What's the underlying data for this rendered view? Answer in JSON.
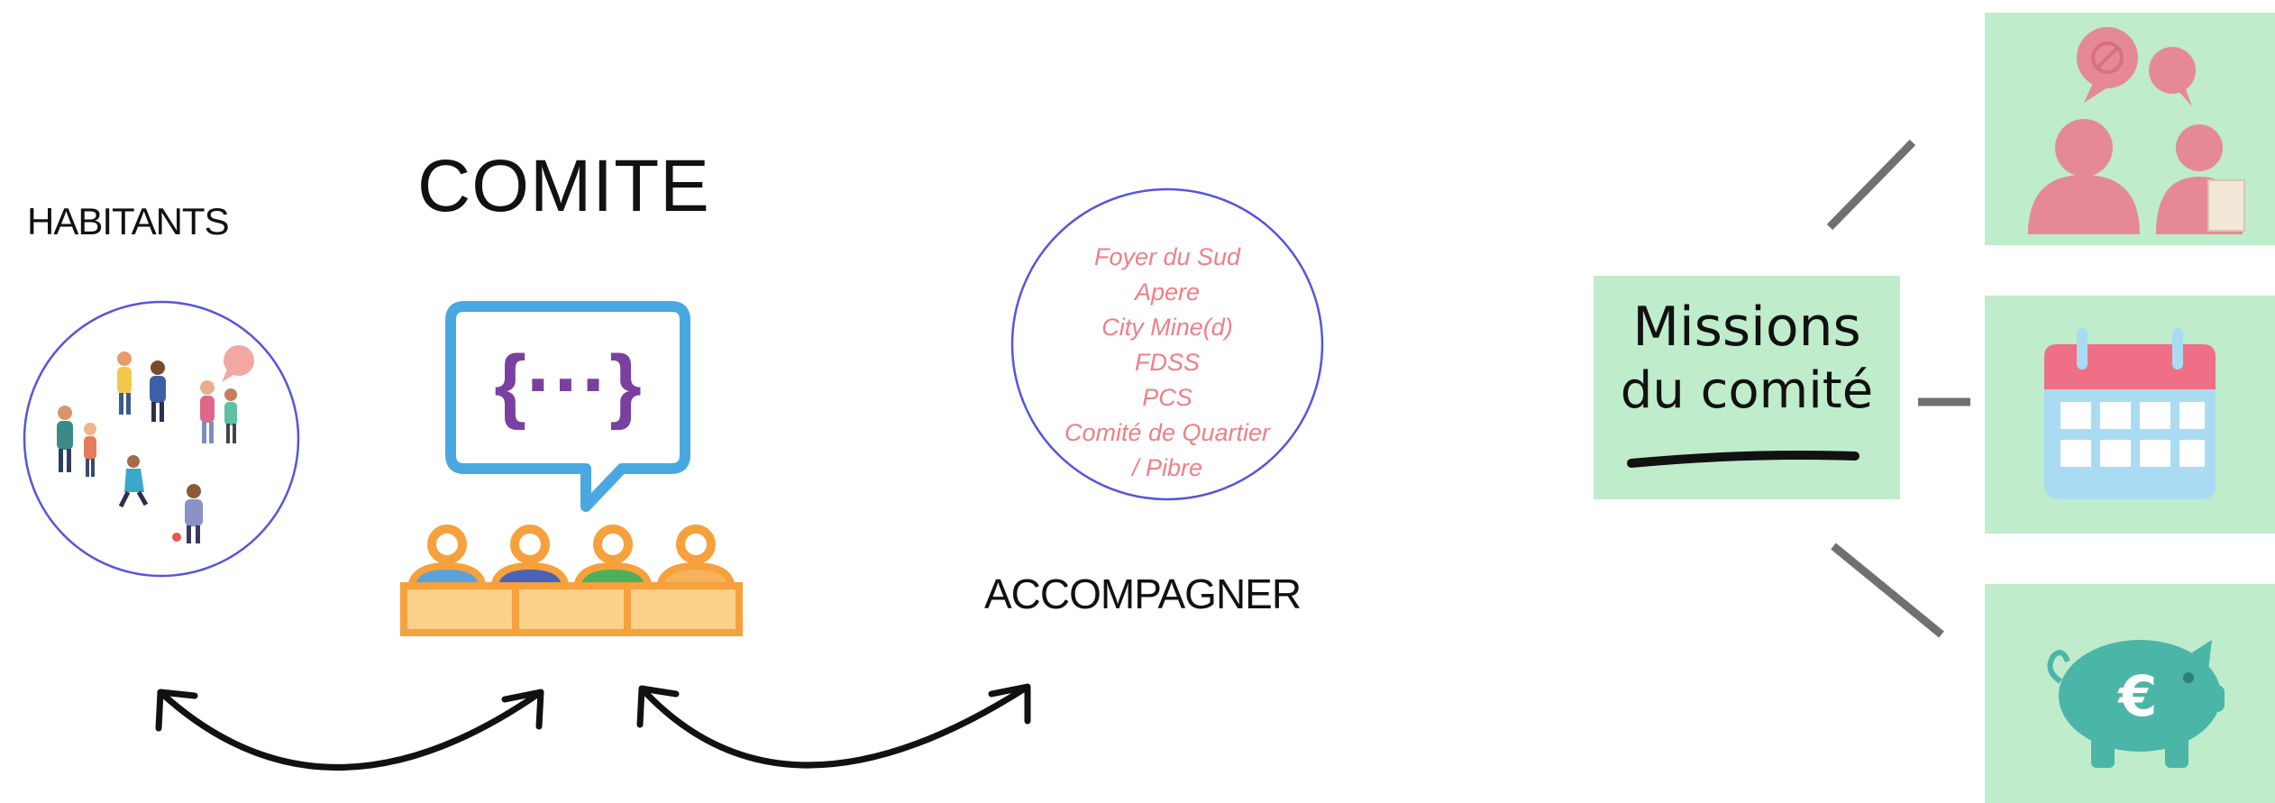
{
  "labels": {
    "habitants": "HABITANTS",
    "comite": "COMITE",
    "accompagner": "ACCOMPAGNER"
  },
  "bubble": {
    "glyph": "{···}"
  },
  "organisations": [
    "Foyer du Sud",
    "Apere",
    "City Mine(d)",
    "FDSS",
    "PCS",
    "Comité de Quartier",
    "/ Pibre"
  ],
  "missions": {
    "line1": "Missions",
    "line2": "du comité"
  },
  "mission_icons": [
    "discussion-icon",
    "calendar-icon",
    "piggy-bank-euro-icon"
  ],
  "colors": {
    "card_bg": "#bfeccb",
    "bubble_blue": "#4aa8e0",
    "bubble_purple": "#7b3fa0",
    "circle_outline": "#5555dd",
    "org_text": "#ef7f86",
    "table_orange": "#f6a13c",
    "table_fill": "#fad08a",
    "calendar_red": "#ee6f86",
    "calendar_blue": "#a9dcf3",
    "piggy_teal": "#4bb5a7"
  }
}
